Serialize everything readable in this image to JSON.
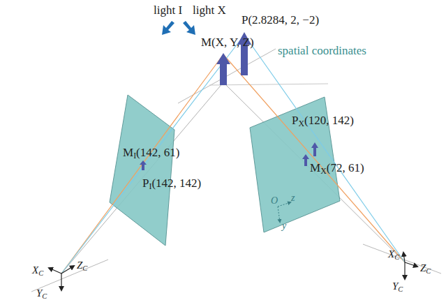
{
  "diagram": {
    "labels": [
      "light I",
      "light X",
      "P(2.8284, 2, −2)",
      "M(X, Y, Z)",
      "spatial coordinates",
      "MI(142, 61)",
      "PI(142, 142)",
      "PX(120, 142)",
      "MX(72, 61)",
      "O",
      "z",
      "y",
      "XC",
      "ZC",
      "YC",
      "XC",
      "ZC",
      "YC"
    ]
  }
}
